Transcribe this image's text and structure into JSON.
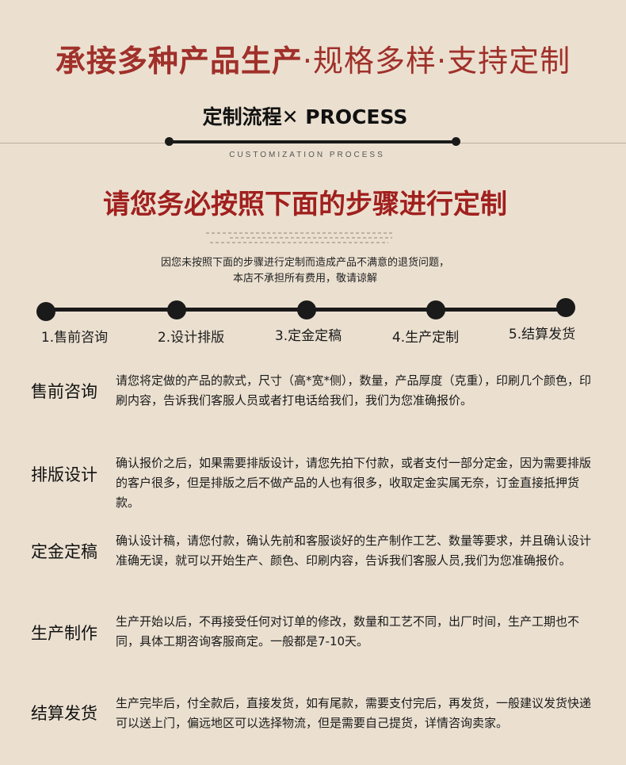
{
  "headline": {
    "bold": "承接多种产品生产",
    "dot1": "·",
    "part2": "规格多样",
    "dot2": "·",
    "part3": "支持定制"
  },
  "section": {
    "title": "定制流程✕ PROCESS",
    "subtitle": "CUSTOMIZATION PROCESS"
  },
  "warning": "请您务必按照下面的步骤进行定制",
  "notice": {
    "line1": "因您未按照下面的步骤进行定制而造成产品不满意的退货问题，",
    "line2": "本店不承担所有费用，敬请谅解"
  },
  "steps": [
    {
      "label": "1.售前咨询"
    },
    {
      "label": "2.设计排版"
    },
    {
      "label": "3.定金定稿"
    },
    {
      "label": "4.生产定制"
    },
    {
      "label": "5.结算发货"
    }
  ],
  "details": [
    {
      "title": "售前咨询",
      "text": "请您将定做的产品的款式，尺寸（高*宽*侧），数量，产品厚度（克重），印刷几个颜色，印刷内容，告诉我们客服人员或者打电话给我们，我们为您准确报价。"
    },
    {
      "title": "排版设计",
      "text": "确认报价之后，如果需要排版设计，请您先拍下付款，或者支付一部分定金，因为需要排版的客户很多，但是排版之后不做产品的人也有很多，收取定金实属无奈，订金直接抵押货款。"
    },
    {
      "title": "定金定稿",
      "text": "确认设计稿，请您付款，确认先前和客服谈好的生产制作工艺、数量等要求，并且确认设计准确无误，就可以开始生产、颜色、印刷内容，告诉我们客服人员,我们为您准确报价。"
    },
    {
      "title": "生产制作",
      "text": "生产开始以后，不再接受任何对订单的修改，数量和工艺不同，出厂时间，生产工期也不同，具体工期咨询客服商定。一般都是7-10天。"
    },
    {
      "title": "结算发货",
      "text": "生产完毕后，付全款后，直接发货，如有尾款，需要支付完后，再发货，一般建议发货快递可以送上门，偏远地区可以选择物流，但是需要自己提货，详情咨询卖家。"
    }
  ],
  "colors": {
    "background": "#ebe0d0",
    "accent_red": "#a0302a",
    "warning_red": "#a0201e",
    "ink": "#1a1a1a"
  }
}
